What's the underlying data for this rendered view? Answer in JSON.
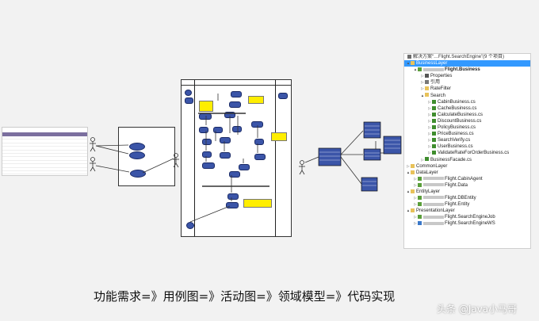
{
  "caption": "功能需求=》用例图=》活动图=》领域模型=》代码实现",
  "watermark": "头条 @Java小马哥",
  "solution": {
    "title": "解决方案“…Flight.SearchEngine”(9 个项目)",
    "items": [
      {
        "label": "BusinessLayer",
        "indent": 0,
        "icon": "folder",
        "arrow": "▲",
        "selected": true
      },
      {
        "label": "Flight.Business",
        "indent": 1,
        "icon": "cs-project",
        "arrow": "▲",
        "blur": true,
        "bold": true
      },
      {
        "label": "Properties",
        "indent": 2,
        "icon": "wrench",
        "arrow": "▷"
      },
      {
        "label": "引用",
        "indent": 2,
        "icon": "refs",
        "arrow": "▷"
      },
      {
        "label": "RateFilter",
        "indent": 2,
        "icon": "folder",
        "arrow": "▷"
      },
      {
        "label": "Search",
        "indent": 2,
        "icon": "folder",
        "arrow": "▲"
      },
      {
        "label": "CabinBusiness.cs",
        "indent": 3,
        "icon": "csfile",
        "arrow": "▷"
      },
      {
        "label": "CacheBusiness.cs",
        "indent": 3,
        "icon": "csfile",
        "arrow": "▷"
      },
      {
        "label": "CalculateBusiness.cs",
        "indent": 3,
        "icon": "csfile",
        "arrow": "▷"
      },
      {
        "label": "DiscountBusiness.cs",
        "indent": 3,
        "icon": "csfile",
        "arrow": "▷"
      },
      {
        "label": "PolicyBusiness.cs",
        "indent": 3,
        "icon": "csfile",
        "arrow": "▷"
      },
      {
        "label": "PriceBusiness.cs",
        "indent": 3,
        "icon": "csfile",
        "arrow": "▷"
      },
      {
        "label": "SearchVerify.cs",
        "indent": 3,
        "icon": "csfile",
        "arrow": "▷"
      },
      {
        "label": "UserBusiness.cs",
        "indent": 3,
        "icon": "csfile",
        "arrow": "▷"
      },
      {
        "label": "ValidateRateForOrderBusiness.cs",
        "indent": 3,
        "icon": "csfile",
        "arrow": "▷"
      },
      {
        "label": "BusinessFacade.cs",
        "indent": 2,
        "icon": "csfile",
        "arrow": "▷"
      },
      {
        "label": "CommonLayer",
        "indent": 0,
        "icon": "folder",
        "arrow": "▷"
      },
      {
        "label": "DataLayer",
        "indent": 0,
        "icon": "folder",
        "arrow": "▲"
      },
      {
        "label": "Flight.CabinAgent",
        "indent": 1,
        "icon": "cs-project",
        "arrow": "▷",
        "blur": true
      },
      {
        "label": "Flight.Data",
        "indent": 1,
        "icon": "cs-project",
        "arrow": "▷",
        "blur": true
      },
      {
        "label": "EntityLayer",
        "indent": 0,
        "icon": "folder",
        "arrow": "▲"
      },
      {
        "label": "Flight.DBEntity",
        "indent": 1,
        "icon": "cs-project",
        "arrow": "▷",
        "blur": true
      },
      {
        "label": "Flight.Entity",
        "indent": 1,
        "icon": "cs-project",
        "arrow": "▷",
        "blur": true
      },
      {
        "label": "PresentationLayer",
        "indent": 0,
        "icon": "folder",
        "arrow": "▲"
      },
      {
        "label": "Flight.SearchEngineJob",
        "indent": 1,
        "icon": "cs-project",
        "arrow": "▷",
        "blur": true
      },
      {
        "label": "Flight.SearchEngineWS",
        "indent": 1,
        "icon": "web-project",
        "arrow": "▷",
        "blur": true
      }
    ]
  },
  "colors": {
    "node": "#3b55a8",
    "note": "#ffee00",
    "selection": "#3399ff",
    "table_header": "#7b6f9e"
  }
}
